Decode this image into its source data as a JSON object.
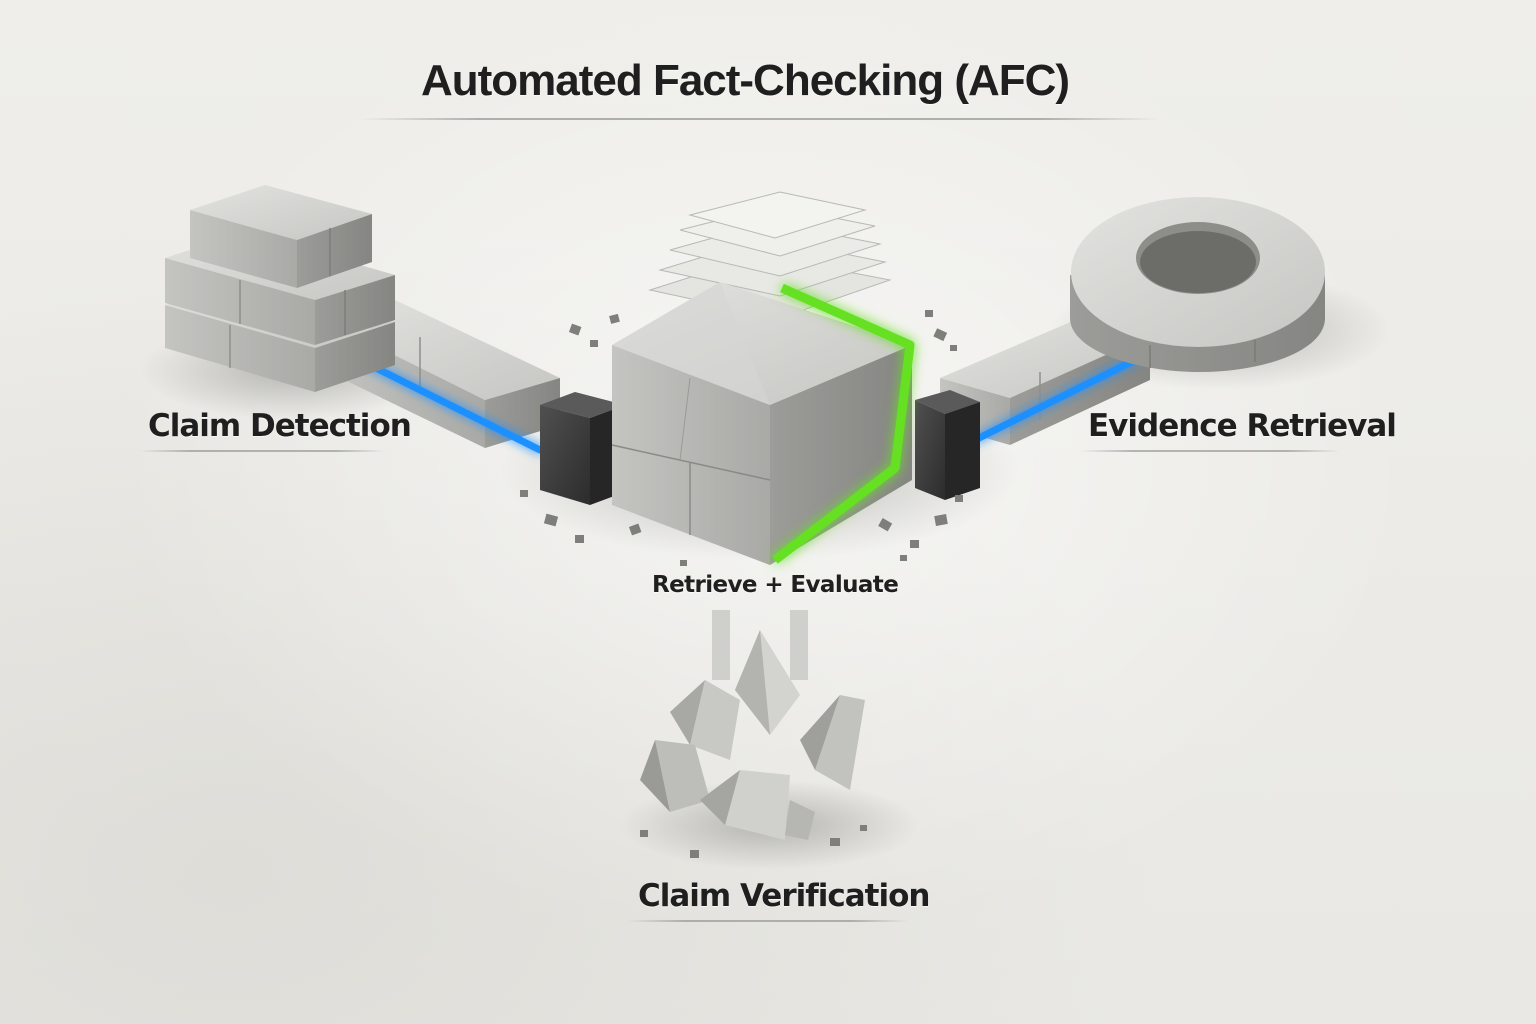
{
  "title": "Automated Fact-Checking (AFC)",
  "stages": {
    "detection": {
      "label": "Claim Detection"
    },
    "retrieval": {
      "label": "Evidence Retrieval"
    },
    "verification": {
      "label": "Claim Verification"
    },
    "center": {
      "label": "Retrieve + Evaluate"
    }
  },
  "colors": {
    "connector_glow": "#1e90ff",
    "highlight_edge": "#66e020",
    "stone": "#c9c9c7",
    "dark_stone": "#3e3e3e",
    "text": "#1f1f1f"
  }
}
